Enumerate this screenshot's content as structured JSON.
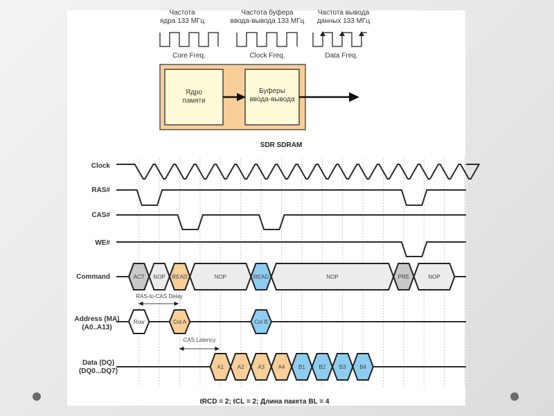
{
  "top": {
    "freq_labels": [
      {
        "line1": "Частота",
        "line2": "ядра 133 МГц",
        "caption": "Core Freq."
      },
      {
        "line1": "Частота буфера",
        "line2": "ввода-вывода 133 МГц",
        "caption": "Clock Freq."
      },
      {
        "line1": "Частота  вывода",
        "line2": "данных 133 МГц",
        "caption": "Data Freq."
      }
    ],
    "block1": {
      "line1": "Ядро",
      "line2": "памяти"
    },
    "block2": {
      "line1": "Буферы",
      "line2": "ввода-вывода"
    },
    "title": "SDR SDRAM"
  },
  "timing": {
    "signals": {
      "clock": "Clock",
      "ras": "RAS#",
      "cas": "CAS#",
      "we": "WE#",
      "command": "Command",
      "address_line1": "Address (MA)",
      "address_line2": "(A0..A13)",
      "data_line1": "Data (DQ)",
      "data_line2": "(DQ0...DQ7)"
    },
    "commands": [
      {
        "label": "ACT",
        "start": 0,
        "end": 1,
        "color": "#c9c9c9"
      },
      {
        "label": "NOP",
        "start": 1,
        "end": 2,
        "color": "#ececec"
      },
      {
        "label": "READ",
        "start": 2,
        "end": 3,
        "color": "#f8cf99"
      },
      {
        "label": "NOP",
        "start": 3,
        "end": 6,
        "color": "#ececec"
      },
      {
        "label": "READ",
        "start": 6,
        "end": 7,
        "color": "#8fcdf0"
      },
      {
        "label": "NOP",
        "start": 7,
        "end": 13,
        "color": "#ececec"
      },
      {
        "label": "PRE",
        "start": 13,
        "end": 14,
        "color": "#c9c9c9"
      },
      {
        "label": "NOP",
        "start": 14,
        "end": 16,
        "color": "#ececec"
      }
    ],
    "addresses": [
      {
        "label": "Row",
        "start": 0,
        "end": 1,
        "color": "#ffffff"
      },
      {
        "label": "Col A",
        "start": 2,
        "end": 3,
        "color": "#f8cf99"
      },
      {
        "label": "Col B",
        "start": 6,
        "end": 7,
        "color": "#8fcdf0"
      }
    ],
    "data": [
      {
        "label": "A1",
        "start": 4,
        "end": 5,
        "color": "#f8cf99"
      },
      {
        "label": "A2",
        "start": 5,
        "end": 6,
        "color": "#f8cf99"
      },
      {
        "label": "A3",
        "start": 6,
        "end": 7,
        "color": "#f8cf99"
      },
      {
        "label": "A4",
        "start": 7,
        "end": 8,
        "color": "#f8cf99"
      },
      {
        "label": "B1",
        "start": 8,
        "end": 9,
        "color": "#8fcdf0"
      },
      {
        "label": "B2",
        "start": 9,
        "end": 10,
        "color": "#8fcdf0"
      },
      {
        "label": "B3",
        "start": 10,
        "end": 11,
        "color": "#8fcdf0"
      },
      {
        "label": "B4",
        "start": 11,
        "end": 12,
        "color": "#8fcdf0"
      }
    ],
    "ras_low_cycles": [
      [
        0,
        1
      ],
      [
        13,
        14
      ]
    ],
    "cas_low_cycles": [
      [
        2,
        3
      ],
      [
        6,
        7
      ]
    ],
    "we_low_cycles": [
      [
        13,
        14
      ]
    ],
    "annotations": {
      "ras_to_cas": "RAS-to-CAS Delay",
      "ras_to_cas_cycles": [
        0,
        2
      ],
      "cas_latency": "CAS Latency",
      "cas_latency_cycles": [
        2,
        4
      ]
    },
    "footer": "tRCD = 2; tCL = 2; Длина пакета BL = 4"
  },
  "colors": {
    "outer_box": "#f8cf99",
    "inner_box": "#fffbd9",
    "line": "#2a2a2a",
    "grid": "#c8c8c8"
  }
}
